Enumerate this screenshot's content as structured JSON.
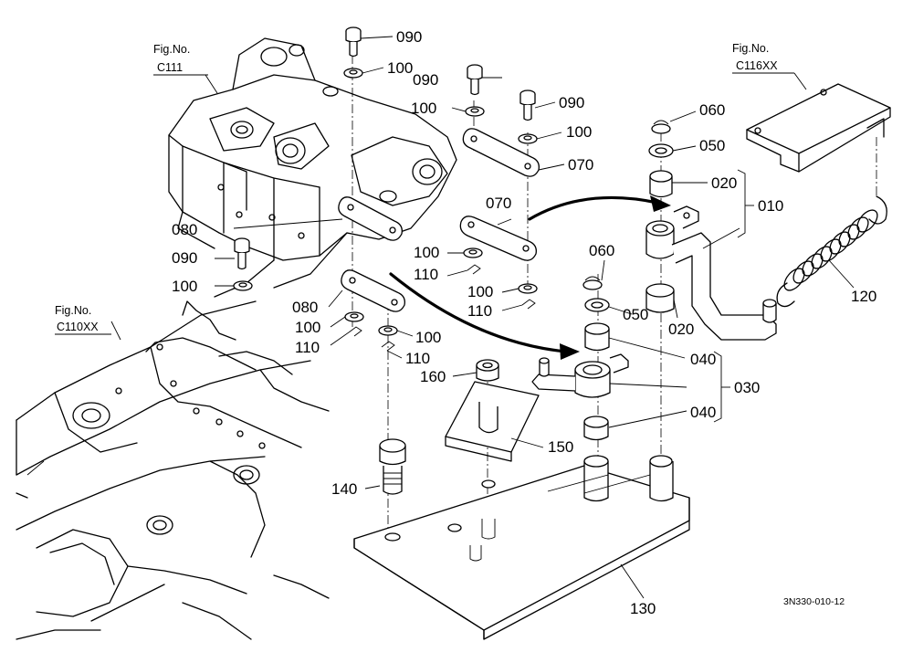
{
  "diagram_code": "3N330-010-12",
  "figure_refs": [
    {
      "id": "c111",
      "label": "Fig.No.",
      "code": "C111"
    },
    {
      "id": "c116xx",
      "label": "Fig.No.",
      "code": "C116XX"
    },
    {
      "id": "c110xx",
      "label": "Fig.No.",
      "code": "C110XX"
    }
  ],
  "callouts": {
    "p090a": "090",
    "p100a": "100",
    "p090b": "090",
    "p100b": "100",
    "p090c": "090",
    "p100c": "100",
    "p070a": "070",
    "p070b": "070",
    "p080a": "080",
    "p090d": "090",
    "p100d": "100",
    "p100e": "100",
    "p110a": "110",
    "p100f": "100",
    "p110b": "110",
    "p080b": "080",
    "p100g": "100",
    "p110c": "110",
    "p100h": "100",
    "p110d": "110",
    "p060a": "060",
    "p050a": "050",
    "p020a": "020",
    "p010": "010",
    "p120": "120",
    "p060b": "060",
    "p050b": "050",
    "p020b": "020",
    "p040a": "040",
    "p030": "030",
    "p040b": "040",
    "p160": "160",
    "p150": "150",
    "p140": "140",
    "p130": "130"
  }
}
